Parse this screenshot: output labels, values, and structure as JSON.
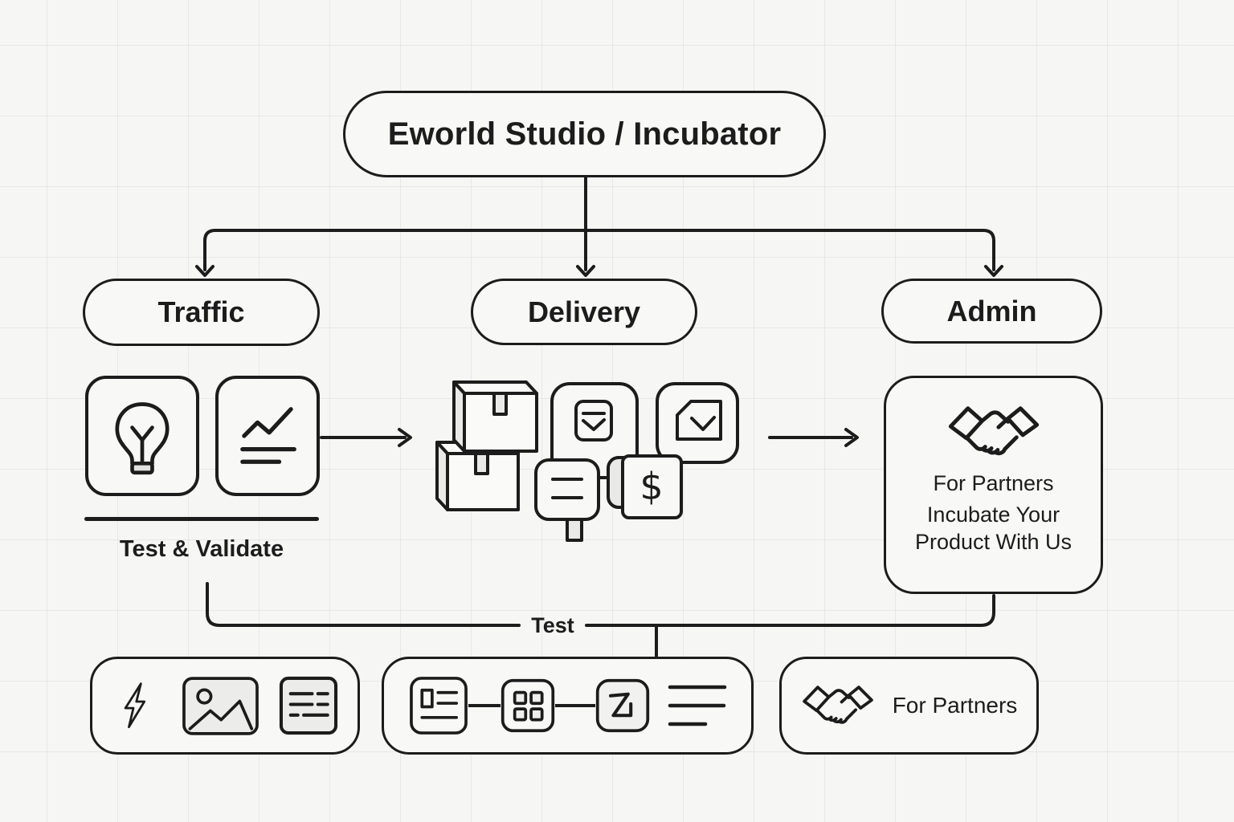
{
  "colors": {
    "stroke": "#1c1c1c",
    "background": "#f6f6f5",
    "grid_line": "#e9e9e8",
    "shape_fill": "#f8f8f7",
    "light_gray_fill": "#e9e9e7"
  },
  "root": {
    "label": "Eworld Studio / Incubator"
  },
  "branches": [
    {
      "id": "traffic",
      "label": "Traffic"
    },
    {
      "id": "delivery",
      "label": "Delivery"
    },
    {
      "id": "admin",
      "label": "Admin"
    }
  ],
  "traffic_section": {
    "icons": [
      "lightbulb-icon",
      "trend-chart-icon"
    ],
    "caption": "Test & Validate"
  },
  "delivery_section": {
    "icons": [
      "packages-icon",
      "select-box-icon",
      "download-document-icon",
      "sign-icon",
      "price-tag-icon"
    ],
    "price_symbol": "$"
  },
  "admin_card": {
    "icon": "handshake-icon",
    "title": "For Partners",
    "subtitle": "Incubate Your Product With Us"
  },
  "connectors": {
    "test_label": "Test"
  },
  "bottom_cards": {
    "assets": {
      "icons": [
        "lightning-icon",
        "image-icon",
        "document-icon"
      ]
    },
    "pipeline": {
      "icons": [
        "article-icon",
        "grid-icon",
        "z-logo-icon",
        "text-lines-icon"
      ]
    },
    "partners": {
      "icon": "handshake-icon",
      "label": "For Partners"
    }
  }
}
